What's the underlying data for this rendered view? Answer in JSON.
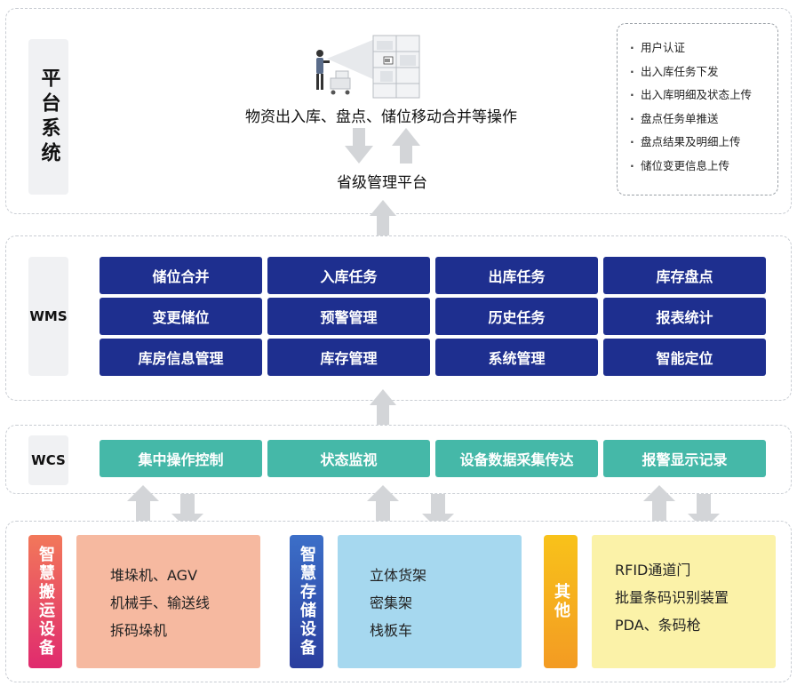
{
  "platform": {
    "tag": "平台系统",
    "operations": "物资出入库、盘点、储位移动合并等操作",
    "management": "省级管理平台",
    "notes": [
      "用户认证",
      "出入库任务下发",
      "出入库明细及状态上传",
      "盘点任务单推送",
      "盘点结果及明细上传",
      "储位变更信息上传"
    ]
  },
  "wms": {
    "tag": "WMS",
    "items": [
      "储位合并",
      "入库任务",
      "出库任务",
      "库存盘点",
      "变更储位",
      "预警管理",
      "历史任务",
      "报表统计",
      "库房信息管理",
      "库存管理",
      "系统管理",
      "智能定位"
    ]
  },
  "wcs": {
    "tag": "WCS",
    "items": [
      "集中操作控制",
      "状态监视",
      "设备数据采集传达",
      "报警显示记录"
    ]
  },
  "devices": {
    "groups": [
      {
        "tag": "智慧搬运设备",
        "lines": [
          "堆垛机、AGV",
          "机械手、输送线",
          "拆码垛机"
        ]
      },
      {
        "tag": "智慧存储设备",
        "lines": [
          "立体货架",
          "密集架",
          "栈板车"
        ]
      },
      {
        "tag": "其他",
        "lines": [
          "RFID通道门",
          "批量条码识别装置",
          "PDA、条码枪"
        ]
      }
    ]
  },
  "colors": {
    "wms_blue": "#1e2f8f",
    "wcs_teal": "#45b8a8",
    "arrow_gray": "#d3d5d8",
    "handling_tab": "#e33d6a",
    "handling_box": "#f6b9a0",
    "storage_tab": "#2f55b4",
    "storage_box": "#a6d8ef",
    "other_tab": "#f6b01e",
    "other_box": "#fbf2a8"
  },
  "icons": [
    "warehouse-worker-scanner-illustration",
    "arrow-up-icon",
    "arrow-down-icon"
  ]
}
